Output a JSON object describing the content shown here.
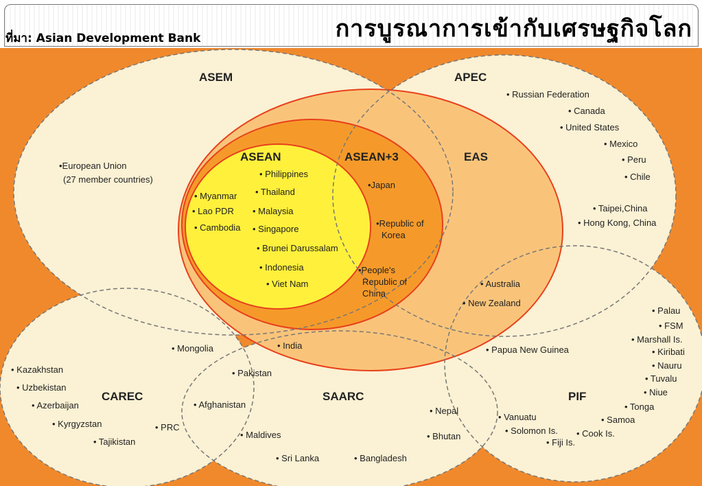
{
  "header": {
    "source": "ที่มา: Asian Development Bank",
    "title": "การบูรณาการเข้ากับเศรษฐกิจโลก"
  },
  "colors": {
    "background_orange": "#f0892c",
    "outer_cream": "#fbf1d4",
    "eas_fill": "#f9c47a",
    "asean3_fill": "#f59a2a",
    "asean_fill": "#fff03c",
    "outline_red": "#e8401c"
  },
  "groups": {
    "asem": "ASEM",
    "apec": "APEC",
    "eas": "EAS",
    "asean": "ASEAN",
    "asean3": "ASEAN+3",
    "carec": "CAREC",
    "saarc": "SAARC",
    "pif": "PIF"
  },
  "members": {
    "eu": [
      "•European Union",
      "(27 member countries)"
    ],
    "apec": [
      "• Russian Federation",
      "• Canada",
      "• United States",
      "• Mexico",
      "• Peru",
      "• Chile",
      "• Taipei,China",
      "• Hong Kong, China"
    ],
    "asean_only": [
      "• Myanmar",
      "• Lao PDR",
      "• Cambodia"
    ],
    "asean_asem": [
      "• Philippines",
      "• Thailand",
      "• Malaysia",
      "• Singapore",
      "• Brunei Darussalam",
      "• Indonesia",
      "• Viet Nam"
    ],
    "asean3": [
      "•Japan",
      "•Republic of",
      "Korea",
      "•People's",
      "Republic of",
      "China"
    ],
    "aus_nz": [
      "• Australia",
      "• New Zealand"
    ],
    "pif_right": [
      "• Palau",
      "• FSM",
      "• Marshall Is.",
      "• Kiribati",
      "• Nauru",
      "• Tuvalu",
      "• Niue",
      "• Tonga",
      "• Samoa"
    ],
    "png": "• Papua New Guinea",
    "pif_left": [
      "• Vanuatu",
      "• Solomon Is.",
      "• Fiji Is.",
      "• Cook Is."
    ],
    "mongolia": "• Mongolia",
    "india": "• India",
    "pakistan": "• Pakistan",
    "afghanistan": "• Afghanistan",
    "carec": [
      "• Kazakhstan",
      "• Uzbekistan",
      "• Azerbaijan",
      "• Kyrgyzstan",
      "• Tajikistan",
      "• PRC"
    ],
    "saarc": [
      "• Nepal",
      "• Bhutan",
      "• Maldives",
      "• Sri Lanka",
      "• Bangladesh"
    ]
  }
}
